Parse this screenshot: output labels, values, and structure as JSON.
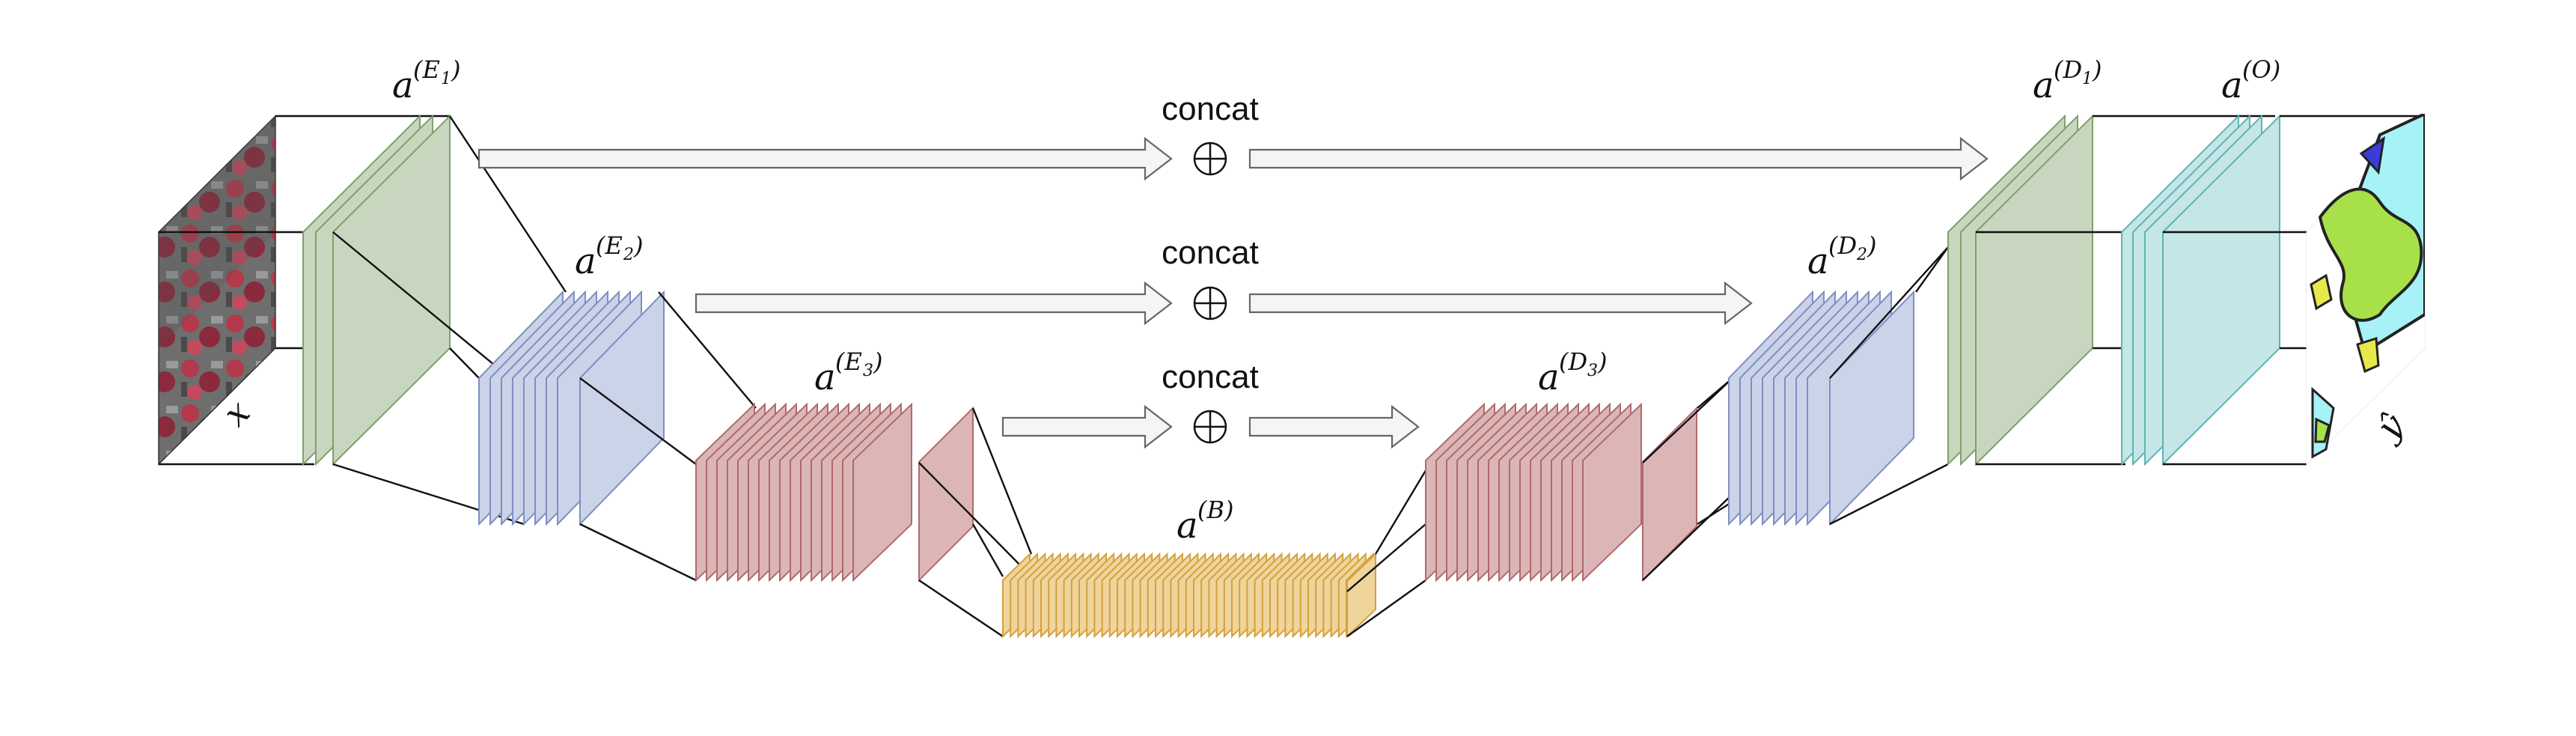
{
  "diagram": {
    "concat_label": "concat",
    "concat_symbol": "⊕",
    "labels": {
      "input": "x",
      "output": "ŷ",
      "e1_base": "a",
      "e1_sup": "(E",
      "e1_sub": "1",
      "e1_close": ")",
      "e2_base": "a",
      "e2_sup": "(E",
      "e2_sub": "2",
      "e2_close": ")",
      "e3_base": "a",
      "e3_sup": "(E",
      "e3_sub": "3",
      "e3_close": ")",
      "b_base": "a",
      "b_sup": "(B)",
      "d3_base": "a",
      "d3_sup": "(D",
      "d3_sub": "3",
      "d3_close": ")",
      "d2_base": "a",
      "d2_sup": "(D",
      "d2_sub": "2",
      "d2_close": ")",
      "d1_base": "a",
      "d1_sup": "(D",
      "d1_sub": "1",
      "d1_close": ")",
      "o_base": "a",
      "o_sup": "(O)"
    },
    "colors": {
      "encoder1": "#c9d6bf",
      "encoder1_edge": "#7ea06a",
      "encoder2": "#cbd3e8",
      "encoder2_edge": "#7f8fc4",
      "encoder3": "#dcb6b6",
      "encoder3_edge": "#b06a6a",
      "bottleneck": "#efd49c",
      "bottleneck_edge": "#d4a13c",
      "decoder3": "#dcb6b6",
      "decoder2": "#cbd3e8",
      "decoder1": "#c9d6bf",
      "output_layer": "#c4e6e6",
      "output_layer_edge": "#5fb3b3",
      "seg_green": "#a8e04a",
      "seg_cyan": "#a6f2f7",
      "seg_yellow": "#e8e84a",
      "seg_blue": "#3b3bd8"
    }
  }
}
